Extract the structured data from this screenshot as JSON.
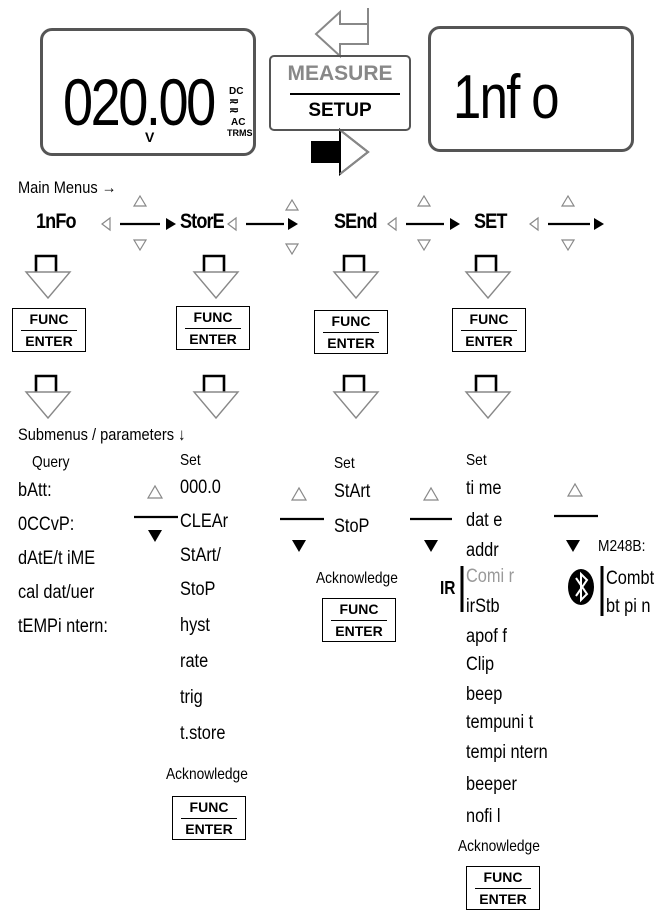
{
  "display_left": {
    "value": "020.00",
    "unit": "V",
    "dc": "DC",
    "ac": "AC",
    "trms": "TRMS"
  },
  "mode_key": {
    "top": "MEASURE",
    "bottom": "SETUP"
  },
  "display_right": {
    "value": "1nf o"
  },
  "main_menus_label": "Main Menus →",
  "menus": [
    "1nFo",
    "StorE",
    "SEnd",
    "SET"
  ],
  "func_key": {
    "top": "FUNC",
    "bottom": "ENTER"
  },
  "submenus_label": "Submenus / parameters ↓",
  "col1": {
    "header": "Query",
    "items": [
      "bAtt:",
      "0CCvP:",
      "dAtE/t iME",
      "cal dat/uer",
      "tEMPi ntern:"
    ]
  },
  "col2": {
    "header": "Set",
    "items": [
      "000.0",
      "CLEAr",
      "StArt/",
      "StoP",
      "hyst",
      "rate",
      "trig",
      "t.store"
    ],
    "ack": "Acknowledge"
  },
  "col3": {
    "header": "Set",
    "items": [
      "StArt",
      "StoP"
    ],
    "ack": "Acknowledge"
  },
  "col4": {
    "header": "Set",
    "items": [
      "ti me",
      "dat e",
      "addr",
      "Comi r",
      "irStb",
      "apof f",
      "Clip",
      "beep",
      "tempuni t",
      "tempi ntern",
      "beeper",
      "nofi l"
    ],
    "ir_label": "IR",
    "ack": "Acknowledge"
  },
  "col5": {
    "model": "M248B:",
    "items": [
      "Combt",
      "bt pi n"
    ]
  }
}
